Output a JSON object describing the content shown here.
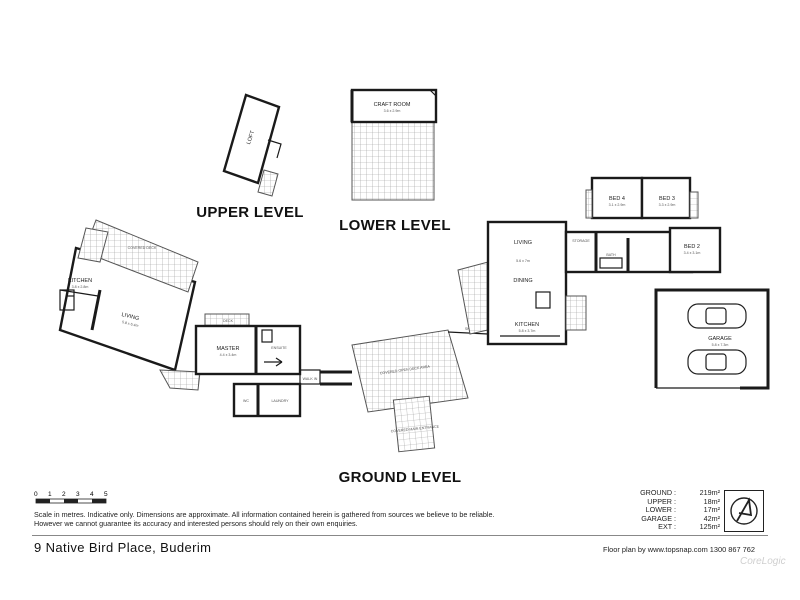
{
  "levels": {
    "upper": "UPPER LEVEL",
    "lower": "LOWER LEVEL",
    "ground": "GROUND LEVEL"
  },
  "rooms": {
    "loft": "LOFT",
    "craft_room": "CRAFT ROOM",
    "bed4": "BED 4",
    "bed3": "BED 3",
    "bed2": "BED 2",
    "living_right": "LIVING",
    "dining": "DINING",
    "kitchen_right": "KITCHEN",
    "storage": "STORAGE",
    "bath": "BATH",
    "garage": "GARAGE",
    "kitchen_left": "KITCHEN",
    "living_left": "LIVING",
    "covered_deck": "COVERED DECK",
    "deck": "DECK",
    "master": "MASTER",
    "ensuite": "ENSUITE",
    "wc": "WC",
    "laundry": "LAUNDRY",
    "walk_in": "WALK IN",
    "covered_open_deck": "COVERED OPEN DECK AREA",
    "covered_entrance": "COVERED MAIN ENTRANCE",
    "sk_la": "SK LA"
  },
  "scale": {
    "ticks": [
      "0",
      "1",
      "2",
      "3",
      "4",
      "5"
    ]
  },
  "disclaimer": "Scale in metres. Indicative only. Dimensions  are approximate. All information contained herein is gathered from sources we believe to be  reliable. However we cannot guarantee its accuracy and interested persons should  rely on their own enquiries.",
  "address": "9 Native Bird Place, Buderim",
  "credit": "Floor plan by www.topsnap.com 1300 867 762",
  "areas": [
    {
      "label": "GROUND :",
      "value": "219m²"
    },
    {
      "label": "UPPER :",
      "value": "18m²"
    },
    {
      "label": "LOWER :",
      "value": "17m²"
    },
    {
      "label": "GARAGE :",
      "value": "42m²"
    },
    {
      "label": "EXT :",
      "value": "125m²"
    }
  ],
  "watermark": "CoreLogic"
}
